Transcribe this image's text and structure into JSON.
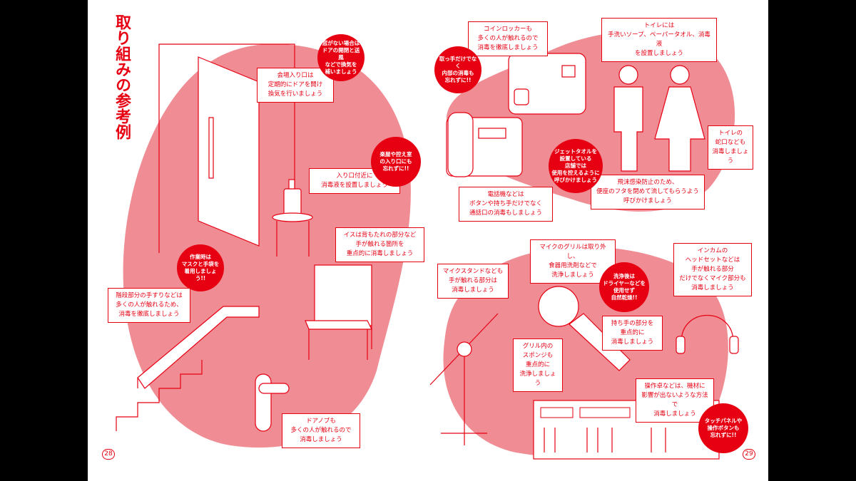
{
  "title": "取り組みの参考例",
  "page_numbers": {
    "left": "28",
    "right": "29"
  },
  "notes": [
    {
      "id": "entrance",
      "text": "会場入り口は\n定期的にドアを開け\n換気を行いましょう"
    },
    {
      "id": "near-entrance",
      "text": "入り口付近に\n消毒液を設置しましょう"
    },
    {
      "id": "chair",
      "text": "イスは背もたれの部分など\n手が触れる箇所を\n重点的に消毒しましょう"
    },
    {
      "id": "stairs",
      "text": "階段部分の手すりなどは\n多くの人が触れるため、\n消毒を徹底しましょう"
    },
    {
      "id": "doorknob",
      "text": "ドアノブも\n多くの人が触れるので\n消毒しましょう"
    },
    {
      "id": "locker",
      "text": "コインロッカーも\n多くの人が触れるので\n消毒を徹底しましょう"
    },
    {
      "id": "toilet",
      "text": "トイレには\n手洗いソープ、ペーパータオル、消毒液\nを設置しましょう"
    },
    {
      "id": "faucet",
      "text": "トイレの\n蛇口なども\n消毒しましょう"
    },
    {
      "id": "phone",
      "text": "電話機などは\nボタンや持ち手だけでなく\n通話口の消毒もしましょう"
    },
    {
      "id": "lid",
      "text": "飛沫感染防止のため、\n便座のフタを閉めて流してもらうよう\n呼びかけましょう"
    },
    {
      "id": "mic-stand",
      "text": "マイクスタンドなども\n手が触れる部分は\n消毒しましょう"
    },
    {
      "id": "grill",
      "text": "マイクのグリルは取り外し、\n食器用洗剤などで\n洗浄しましょう"
    },
    {
      "id": "headset",
      "text": "インカムの\nヘッドセットなどは\n手が触れる部分\nだけでなくマイク部分も\n消毒しましょう"
    },
    {
      "id": "grip",
      "text": "持ち手の部分を\n重点的に\n消毒しましょう"
    },
    {
      "id": "sponge",
      "text": "グリル内の\nスポンジも\n重点的に\n洗浄しましょう"
    },
    {
      "id": "console",
      "text": "操作卓などは、機材に\n影響が出ないような方法で\n消毒しましょう"
    }
  ],
  "bubbles": [
    {
      "id": "ventilation",
      "text": "窓がない場合は\nドアの開閉と送風\nなどで換気を\n補いましょう"
    },
    {
      "id": "backstage",
      "text": "楽屋や控え室\nの入り口にも\n忘れずに!!"
    },
    {
      "id": "mask",
      "text": "作業時は\nマスクと手袋を\n着用しましょう!!"
    },
    {
      "id": "handle",
      "text": "取っ手だけでなく\n内部の消毒も\n忘れずに!!"
    },
    {
      "id": "jet-towel",
      "text": "ジェットタオルを\n設置している\n店舗では\n使用を控えるように\n呼びかけましょう"
    },
    {
      "id": "dryer",
      "text": "洗浄後は\nドライヤーなどを\n使用せず\n自然乾燥!!"
    },
    {
      "id": "touch-panel",
      "text": "タッチパネルや\n操作ボタンも\n忘れずに!!"
    }
  ],
  "colors": {
    "accent": "#e60012",
    "blob": "#f08c94",
    "background": "#ffffff",
    "frame": "#000000"
  }
}
